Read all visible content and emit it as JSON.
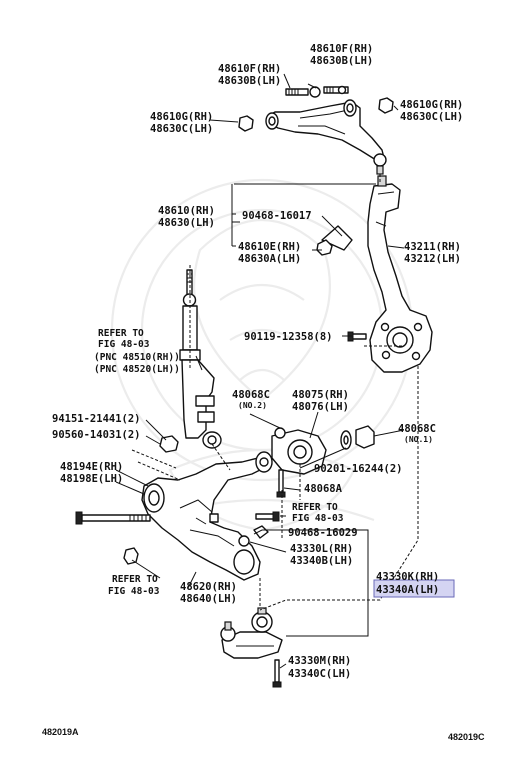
{
  "labels": {
    "l48610f_rh": "48610F(RH)",
    "l48630b_lh": "48630B(LH)",
    "l48610f_rh_b": "48610F(RH)",
    "l48630b_lh_b": "48630B(LH)",
    "l48610g_rh_l": "48610G(RH)",
    "l48630c_lh_l": "48630C(LH)",
    "l48610g_rh_r": "48610G(RH)",
    "l48630c_lh_r": "48630C(LH)",
    "l48610_rh": "48610(RH)",
    "l48630_lh": "48630(LH)",
    "l90468_16017": "90468-16017",
    "l48610e_rh": "48610E(RH)",
    "l48630a_lh": "48630A(LH)",
    "l43211_rh": "43211(RH)",
    "l43212_lh": "43212(LH)",
    "l90119": "90119-12358(8)",
    "refer_to_1": "REFER TO",
    "fig_48_03_1": "FIG 48-03",
    "pnc_48510": "(PNC 48510(RH))",
    "pnc_48520": "(PNC 48520(LH))",
    "l48068c_l": "48068C",
    "no2": "(NO.2)",
    "l48075_rh": "48075(RH)",
    "l48076_lh": "48076(LH)",
    "l48068c_r": "48068C",
    "no1": "(NO.1)",
    "l94151": "94151-21441(2)",
    "l90560": "90560-14031(2)",
    "l90201": "90201-16244(2)",
    "l48194e_rh": "48194E(RH)",
    "l48198e_lh": "48198E(LH)",
    "l48068a": "48068A",
    "refer_to_2": "REFER TO",
    "fig_48_03_2": "FIG 48-03",
    "l90468_16029": "90468-16029",
    "l43330l_rh": "43330L(RH)",
    "l43340b_lh": "43340B(LH)",
    "refer_to_3": "REFER TO",
    "fig_48_03_3": "FIG 48-03",
    "l48620_rh": "48620(RH)",
    "l48640_lh": "48640(LH)",
    "l43330k_rh": "43330K(RH)",
    "l43340a_lh": "43340A(LH)",
    "l43330m_rh": "43330M(RH)",
    "l43340c_lh": "43340C(LH)"
  },
  "footer": {
    "code_left": "482019A",
    "code_right": "482019C"
  },
  "colors": {
    "highlight_fill": "#d4d4f2",
    "highlight_border": "#6a6ab8",
    "line": "#111111"
  }
}
